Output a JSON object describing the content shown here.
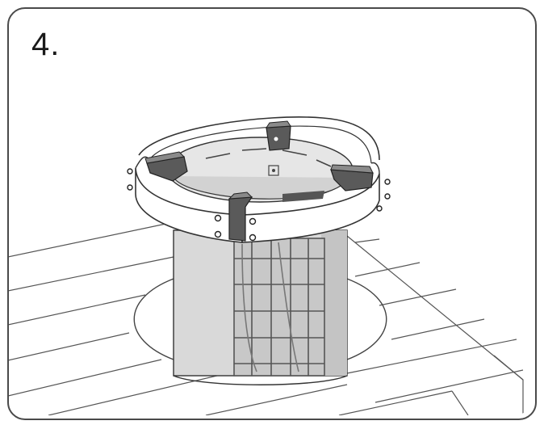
{
  "step": {
    "label": "4."
  },
  "colors": {
    "frame": "#4a4a4a",
    "line": "#333333",
    "deck_line": "#555555",
    "cylinder_fill": "#d9d9d9",
    "cylinder_shadow": "#bcbcbc",
    "bracket_fill": "#5a5a5a",
    "bracket_top": "#8a8a8a",
    "cover_inner": "#e6e6e6"
  },
  "icons": {
    "deck": "wooden-deck-floor",
    "heater": "heater-cylinder",
    "grid": "stone-basket-grid",
    "ring": "safety-rail-ring",
    "brackets": "mounting-bracket",
    "screws": "screw"
  }
}
